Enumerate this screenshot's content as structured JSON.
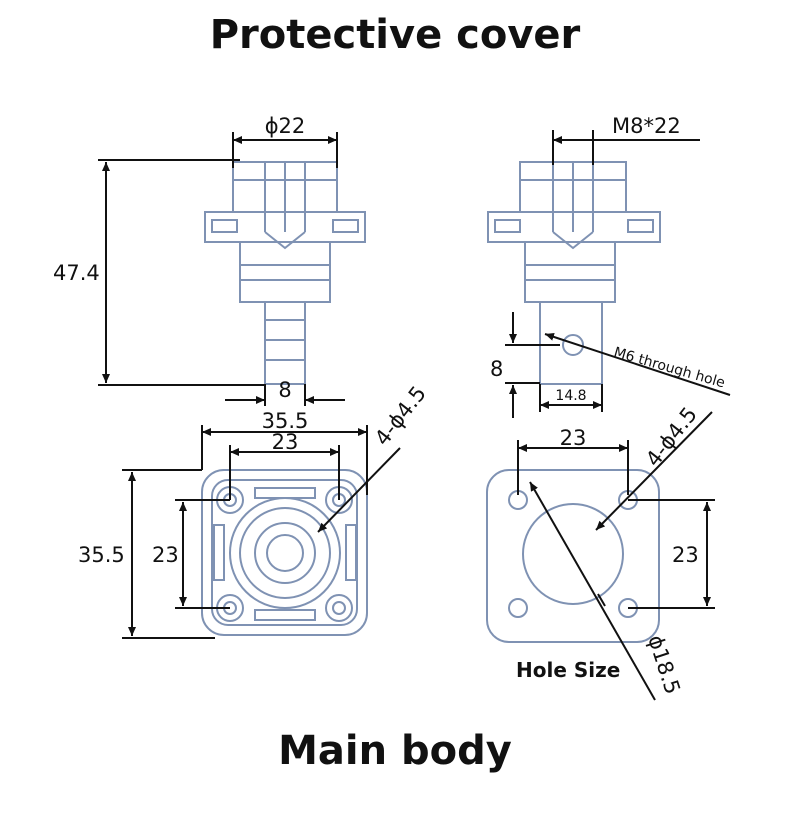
{
  "titles": {
    "top": "Protective cover",
    "bottom": "Main body"
  },
  "dimensions": {
    "phi22": "ϕ22",
    "m8x22": "M8*22",
    "height_47_4": "47.4",
    "shaft_8": "8",
    "width_35_5_top": "35.5",
    "width_23_top": "23",
    "holes_left": "4-ϕ4.5",
    "left_side_35_5": "35.5",
    "left_side_23": "23",
    "m6_label": "M6 through hole",
    "offset_8": "8",
    "width_14_8": "14.8",
    "right_top_23": "23",
    "holes_right": "4-ϕ4.5",
    "right_side_23": "23",
    "phi18_5": "ϕ18.5",
    "hole_size": "Hole Size"
  },
  "colors": {
    "part_outline": "#7f92b3",
    "dimension_line": "#111111"
  }
}
